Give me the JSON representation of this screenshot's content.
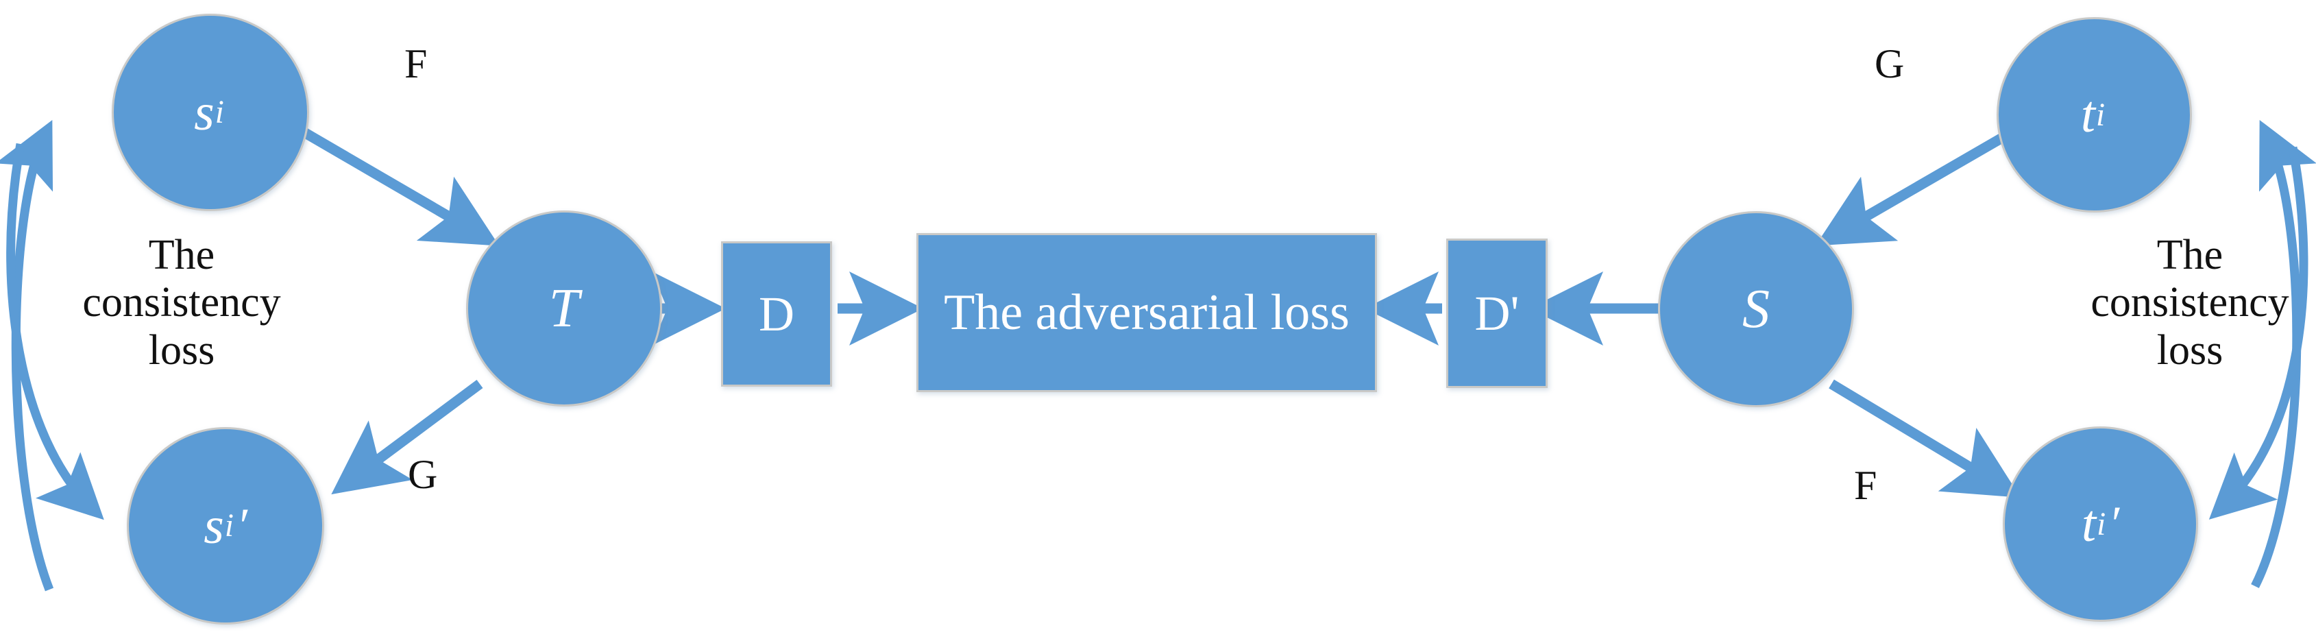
{
  "diagram": {
    "title_text": "The adversarial loss",
    "colors": {
      "node_fill": "#5B9BD5",
      "node_border": "#c9c9c7",
      "arrow": "#5B9BD5",
      "text_on_node": "#ffffff",
      "text_plain": "#111111",
      "background": "#ffffff"
    },
    "nodes": {
      "source_sample": {
        "base": "s",
        "subscript": "i",
        "prime": ""
      },
      "source_recon": {
        "base": "s",
        "subscript": "i",
        "prime": "′"
      },
      "target_domain": {
        "base": "T",
        "subscript": "",
        "prime": ""
      },
      "disc_d": {
        "base": "D",
        "subscript": "",
        "prime": ""
      },
      "adv_loss": {
        "base": "The adversarial loss",
        "subscript": "",
        "prime": ""
      },
      "disc_d_prime": {
        "base": "D'",
        "subscript": "",
        "prime": ""
      },
      "source_domain": {
        "base": "S",
        "subscript": "",
        "prime": ""
      },
      "target_sample": {
        "base": "t",
        "subscript": "i",
        "prime": ""
      },
      "target_recon": {
        "base": "t",
        "subscript": "i",
        "prime": "′"
      }
    },
    "edge_labels": {
      "left_top": "F",
      "left_bottom": "G",
      "right_top": "G",
      "right_bottom": "F"
    },
    "annotations": {
      "left_consistency_loss": "The\nconsistency\nloss",
      "right_consistency_loss": "The\nconsistency\nloss"
    }
  }
}
